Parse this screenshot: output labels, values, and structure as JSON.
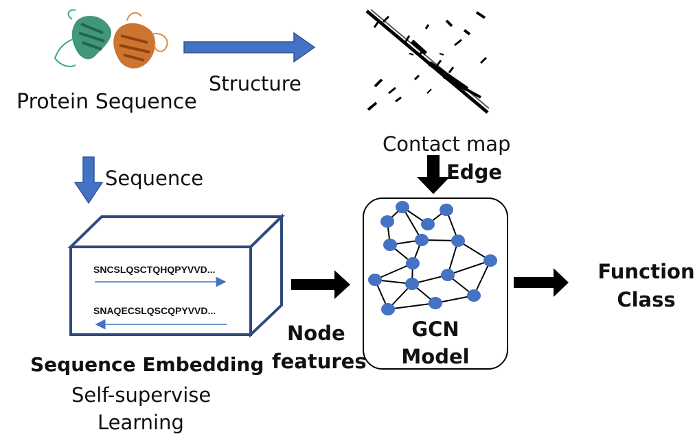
{
  "labels": {
    "protein_sequence": "Protein Sequence",
    "structure": "Structure",
    "contact_map": "Contact map",
    "edge": "Edge",
    "sequence": "Sequence",
    "embedding_seq_forward": "SNCSLQSCTQHQPYVVD...",
    "embedding_seq_reverse": "SNAQECSLQSCQPYVVD...",
    "sequence_embedding": "Sequence Embedding",
    "self_supervise": "Self-supervise",
    "learning": "Learning",
    "node_line1": "Node",
    "node_line2": "features",
    "gcn_line1": "GCN",
    "gcn_line2": "Model",
    "function_line1": "Function",
    "function_line2": "Class"
  },
  "colors": {
    "arrow_blue": "#4472C4",
    "box_navy": "#2F4A7F",
    "node_blue": "#4472C4",
    "protein_green": "#2E8B6E",
    "protein_orange": "#C8651B"
  },
  "icons": {
    "protein": "protein-structure-icon",
    "contact_map": "contact-map-image"
  }
}
